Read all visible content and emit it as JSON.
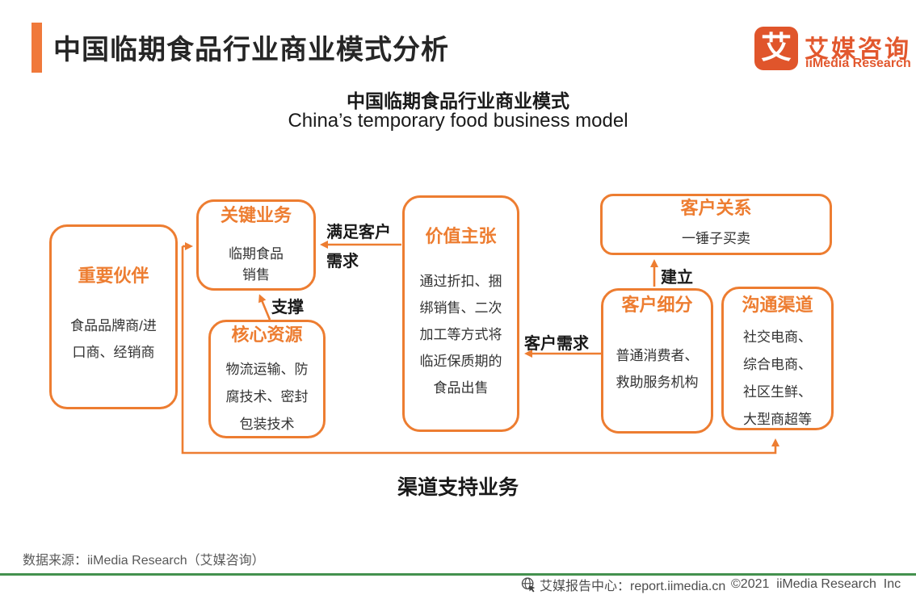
{
  "header": {
    "title": "中国临期食品行业商业模式分析",
    "logo": {
      "icon_char": "艾",
      "brand_cn": "艾媒咨询",
      "brand_en": "iiMedia Research"
    }
  },
  "subtitle": {
    "cn": "中国临期食品行业商业模式",
    "en": "China’s temporary food business model"
  },
  "diagram": {
    "boxes": {
      "partners": {
        "title": "重要伙伴",
        "content": "食品品牌商/进\n口商、经销商"
      },
      "key_business": {
        "title": "关键业务",
        "content": "临期食品\n销售"
      },
      "core_resources": {
        "title": "核心资源",
        "content": "物流运输、防\n腐技术、密封\n包装技术"
      },
      "value_proposition": {
        "title": "价值主张",
        "content": "通过折扣、捆\n绑销售、二次\n加工等方式将\n临近保质期的\n食品出售"
      },
      "customer_relations": {
        "title": "客户关系",
        "content": "一锤子买卖"
      },
      "customer_segments": {
        "title": "客户细分",
        "content": "普通消费者、\n救助服务机构"
      },
      "channels": {
        "title": "沟通渠道",
        "content": "社交电商、\n综合电商、\n社区生鲜、\n大型商超等"
      }
    },
    "labels": {
      "satisfy_demand": "满足客户\n需求",
      "support": "支撑",
      "establish": "建立",
      "customer_demand": "客户需求",
      "channel_support": "渠道支持业务"
    }
  },
  "source_note": "数据来源：iiMedia Research（艾媒咨询）",
  "footer": {
    "report_center": "艾媒报告中心：report.iimedia.cn",
    "copyright": "©2021  iiMedia Research  Inc"
  },
  "colors": {
    "accent_orange": "#ED7D31",
    "logo_orange": "#E0552B",
    "footer_green": "#44914E",
    "text_dark": "#262626",
    "text_gray": "#595959"
  }
}
